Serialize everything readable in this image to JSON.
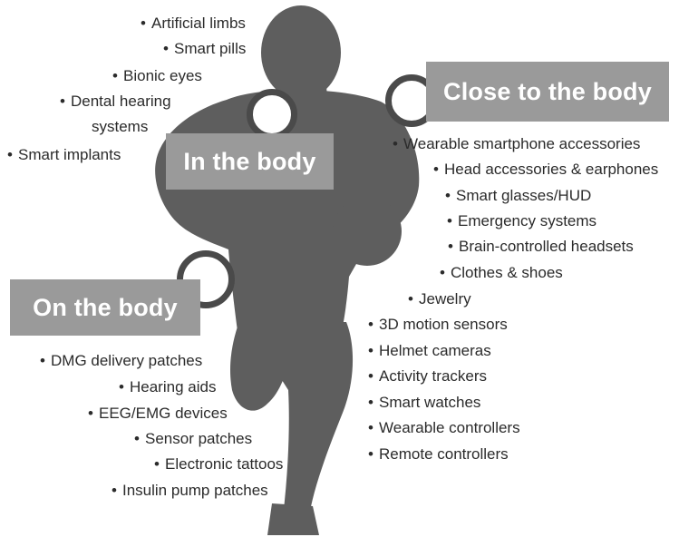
{
  "in_body": {
    "title": "In the body",
    "items": [
      "Artificial limbs",
      "Smart pills",
      "Bionic eyes",
      "Dental hearing",
      "systems",
      "Smart implants"
    ]
  },
  "close_to_body": {
    "title": "Close to the body",
    "items": [
      "Wearable smartphone accessories",
      "Head accessories & earphones",
      "Smart glasses/HUD",
      "Emergency systems",
      "Brain-controlled headsets",
      "Clothes & shoes",
      "Jewelry",
      "3D motion sensors",
      "Helmet cameras",
      "Activity trackers",
      "Smart watches",
      "Wearable controllers",
      "Remote controllers"
    ]
  },
  "on_body": {
    "title": "On the body",
    "items": [
      "DMG delivery patches",
      "Hearing aids",
      "EEG/EMG devices",
      "Sensor patches",
      "Electronic tattoos",
      "Insulin pump patches"
    ]
  },
  "colors": {
    "silhouette": "#5e5e5e",
    "label_box": "#9a9a9a",
    "ring": "#4a4a4a",
    "text": "#2b2b2b"
  }
}
